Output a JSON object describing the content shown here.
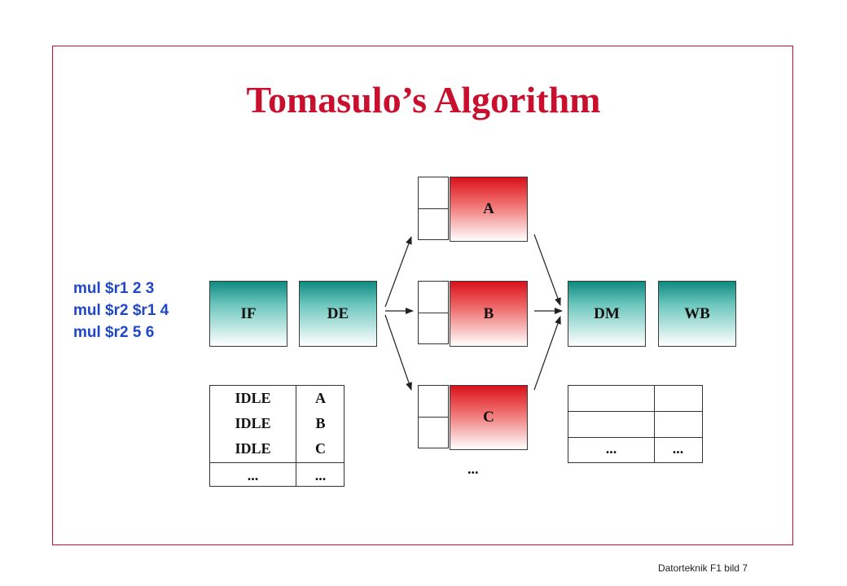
{
  "title": "Tomasulo’s Algorithm",
  "code_lines": [
    "mul $r1 2 3",
    "mul $r2 $r1 4",
    "mul $r2 5 6"
  ],
  "stages": {
    "if": "IF",
    "de": "DE",
    "dm": "DM",
    "wb": "WB"
  },
  "units": {
    "a": "A",
    "b": "B",
    "c": "C"
  },
  "status_table": {
    "rows": [
      {
        "state": "IDLE",
        "unit": "A"
      },
      {
        "state": "IDLE",
        "unit": "B"
      },
      {
        "state": "IDLE",
        "unit": "C"
      },
      {
        "state": "...",
        "unit": "..."
      }
    ]
  },
  "units_more": "...",
  "register_table": {
    "last_row": [
      "...",
      "..."
    ]
  },
  "footer": "Datorteknik F1 bild 7",
  "colors": {
    "title": "#c8102e",
    "code": "#1f47c8",
    "stage_green": "#0f8a80",
    "unit_red": "#d8121b"
  }
}
